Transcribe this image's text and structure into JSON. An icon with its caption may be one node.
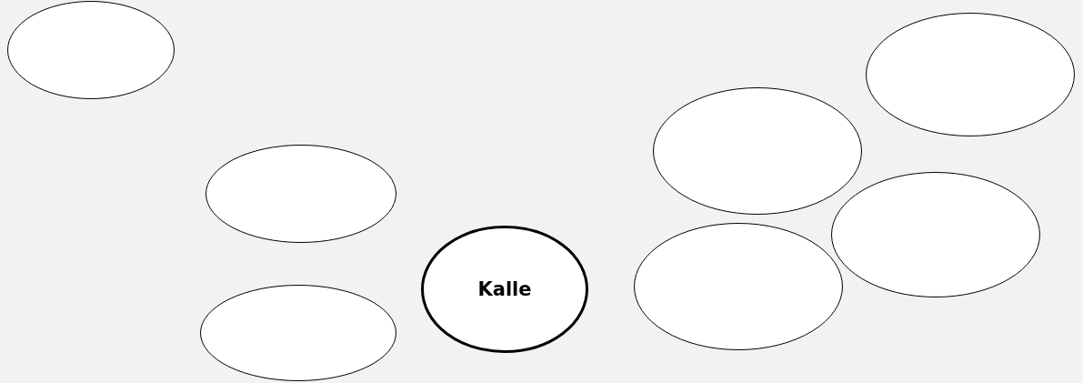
{
  "diagram": {
    "nodes": [
      {
        "text": [],
        "shape": "ellipse"
      },
      {
        "text": [],
        "shape": "ellipse"
      },
      {
        "text": [],
        "shape": "ellipse"
      },
      {
        "text": [
          "Kalle"
        ]
      },
      {
        "text": [],
        "shape": "ellipse"
      },
      {
        "text": [],
        "shape": "ellipse"
      },
      {
        "text": [],
        "shape": "ellipse"
      },
      {
        "text": [],
        "shape": "ellipse"
      }
    ]
  }
}
